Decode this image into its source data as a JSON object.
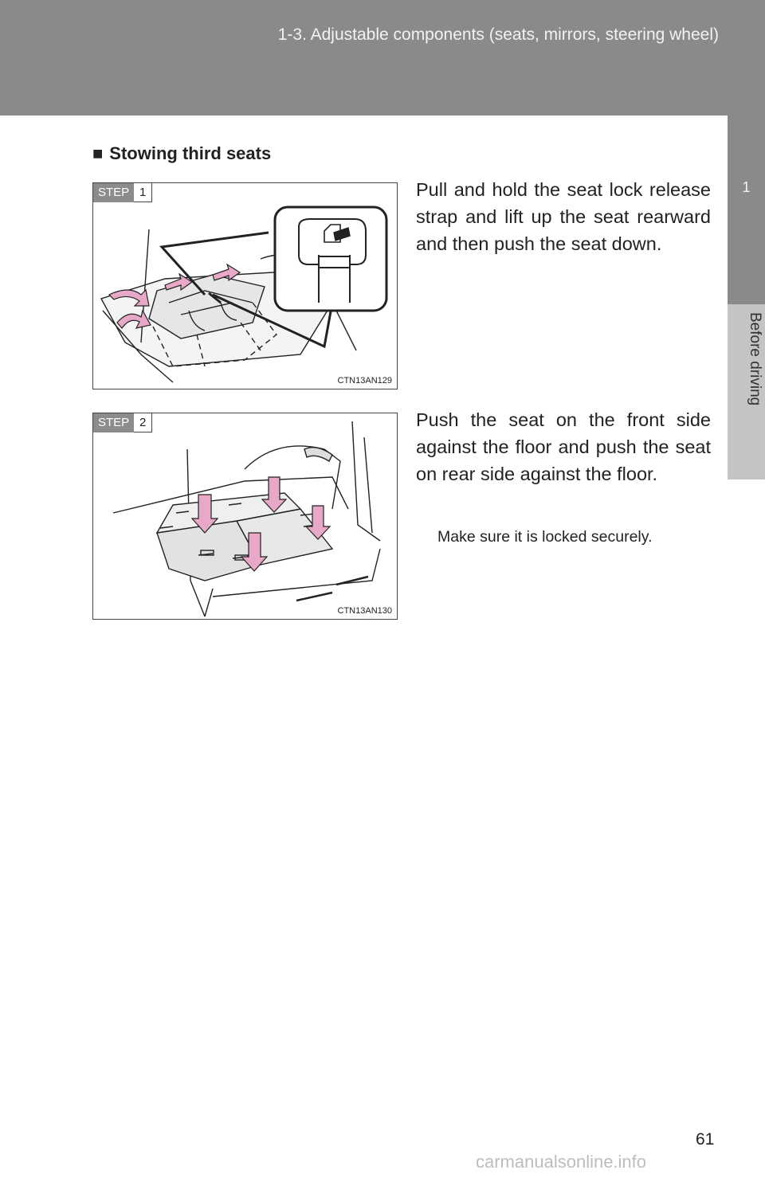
{
  "header": {
    "title": "1-3. Adjustable components (seats, mirrors, steering wheel)"
  },
  "side_tab": {
    "number": "1",
    "label": "Before driving"
  },
  "section": {
    "mark": "■",
    "title": "Stowing third seats"
  },
  "steps": [
    {
      "badge_label": "STEP",
      "badge_number": "1",
      "figure_code": "CTN13AN129",
      "text": "Pull and hold the seat lock release strap and lift up the seat rearward and then push the seat down."
    },
    {
      "badge_label": "STEP",
      "badge_number": "2",
      "figure_code": "CTN13AN130",
      "text": "Push the seat on the front side against the floor and push the seat on rear side against the floor.",
      "note": "Make sure it is locked securely."
    }
  ],
  "page_number": "61",
  "watermark": "carmanualsonline.info",
  "colors": {
    "header": "#8a8a8a",
    "arrow": "#e8a9c8",
    "side_label": "#c4c4c4"
  }
}
